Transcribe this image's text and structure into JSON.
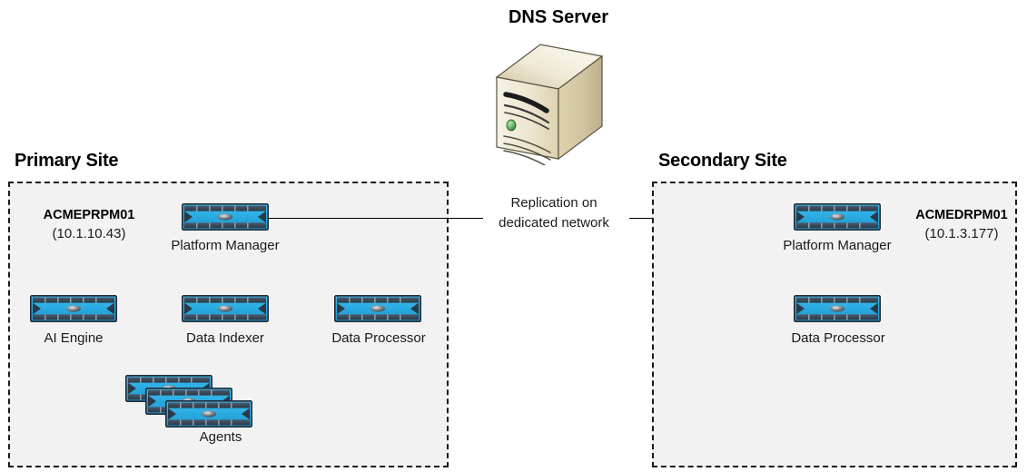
{
  "diagram": {
    "dns": {
      "title": "DNS Server",
      "icon": "server-tower-icon",
      "case_color": "#e8e0c8",
      "led_color": "#5fae5f"
    },
    "link": {
      "label_line1": "Replication on",
      "label_line2": "dedicated network",
      "direction": "primary-to-secondary",
      "arrow": "arrow-right-icon"
    },
    "device_colors": {
      "body": "#29abe2",
      "frame": "#2c3846",
      "frame_light": "#46566a"
    },
    "sites": [
      {
        "key": "primary",
        "title": "Primary Site",
        "host_name": "ACMEPRPM01",
        "host_ip": "(10.1.10.43)",
        "nodes": [
          {
            "key": "platform-manager",
            "label": "Platform Manager",
            "icon": "network-appliance-icon"
          },
          {
            "key": "ai-engine",
            "label": "AI Engine",
            "icon": "network-appliance-icon"
          },
          {
            "key": "data-indexer",
            "label": "Data Indexer",
            "icon": "network-appliance-icon"
          },
          {
            "key": "data-processor",
            "label": "Data Processor",
            "icon": "network-appliance-icon"
          },
          {
            "key": "agents",
            "label": "Agents",
            "icon": "network-appliance-stack-icon"
          }
        ]
      },
      {
        "key": "secondary",
        "title": "Secondary Site",
        "host_name": "ACMEDRPM01",
        "host_ip": "(10.1.3.177)",
        "nodes": [
          {
            "key": "platform-manager",
            "label": "Platform Manager",
            "icon": "network-appliance-icon"
          },
          {
            "key": "data-processor",
            "label": "Data Processor",
            "icon": "network-appliance-icon"
          }
        ]
      }
    ]
  }
}
